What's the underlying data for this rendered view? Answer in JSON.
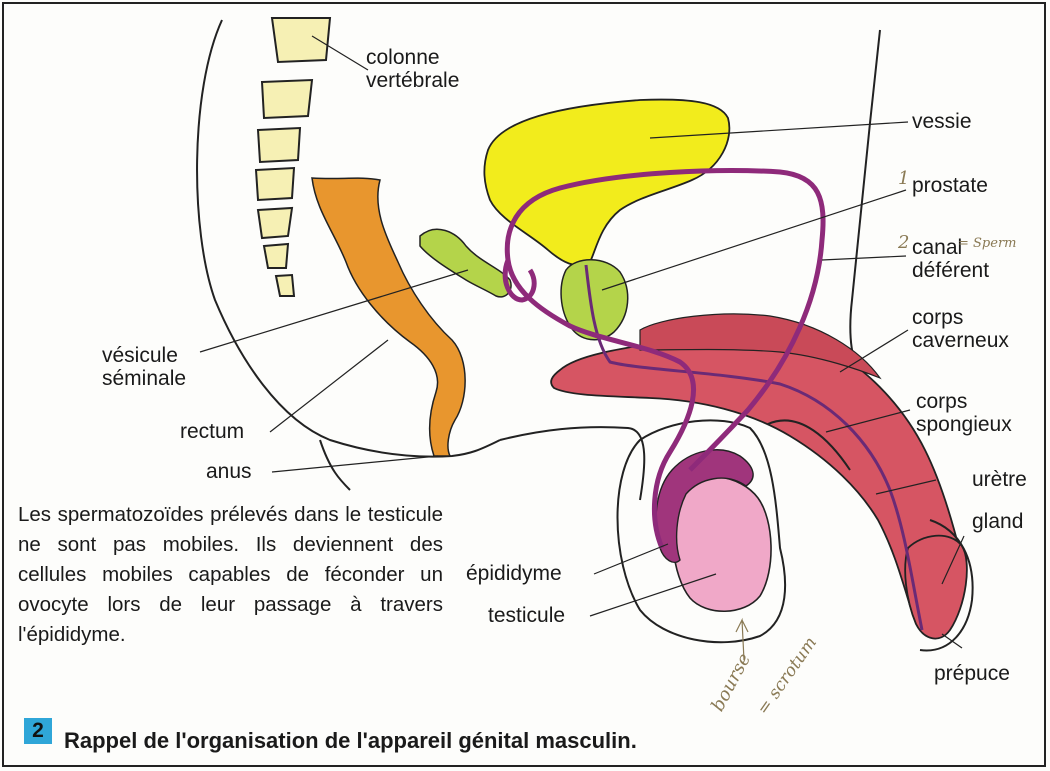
{
  "labels": {
    "colonne_vertebrale": [
      "colonne",
      "vertébrale"
    ],
    "vessie": "vessie",
    "prostate": "prostate",
    "canal_deferent": [
      "canal",
      "déférent"
    ],
    "corps_caverneux": [
      "corps",
      "caverneux"
    ],
    "corps_spongieux": [
      "corps",
      "spongieux"
    ],
    "uretre": "urètre",
    "gland": "gland",
    "prepuce": "prépuce",
    "vesicule_seminale": [
      "vésicule",
      "séminale"
    ],
    "rectum": "rectum",
    "anus": "anus",
    "epididyme": "épididyme",
    "testicule": "testicule"
  },
  "handwritten": {
    "canal_note": "= Sperm",
    "bourse": "bourse",
    "scrotum": "= scrotum",
    "marks": [
      "1",
      "2"
    ]
  },
  "body_text": "Les spermatozoïdes prélevés dans le testicule ne sont pas mobiles. Ils deviennent des cellules mobiles capables de féconder un ovocyte lors de leur passage à travers l'épididyme.",
  "figure": {
    "number": "2",
    "title": "Rappel de l'organisation de l'appareil génital masculin."
  },
  "colors": {
    "vessie": "#f2ec1c",
    "vesicule": "#b4d44a",
    "prostate": "#b4d44a",
    "rectum": "#e8962e",
    "corps": "#d65563",
    "canal": "#8e2a7a",
    "testicule": "#f0a8c8",
    "epididyme": "#a0357c",
    "vertebrae": "#f6f0b4"
  }
}
